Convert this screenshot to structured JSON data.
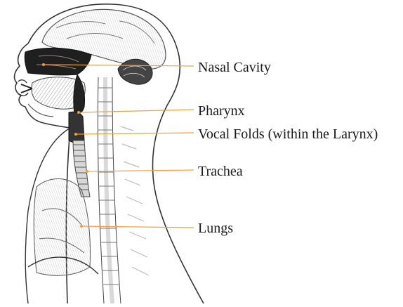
{
  "diagram": {
    "leader_color": "#f0a040",
    "labels": [
      {
        "id": "nasal",
        "text": "Nasal Cavity"
      },
      {
        "id": "pharynx",
        "text": "Pharynx"
      },
      {
        "id": "vocal",
        "text": "Vocal Folds (within the Larynx)"
      },
      {
        "id": "trachea",
        "text": "Trachea"
      },
      {
        "id": "lungs",
        "text": "Lungs"
      }
    ]
  }
}
